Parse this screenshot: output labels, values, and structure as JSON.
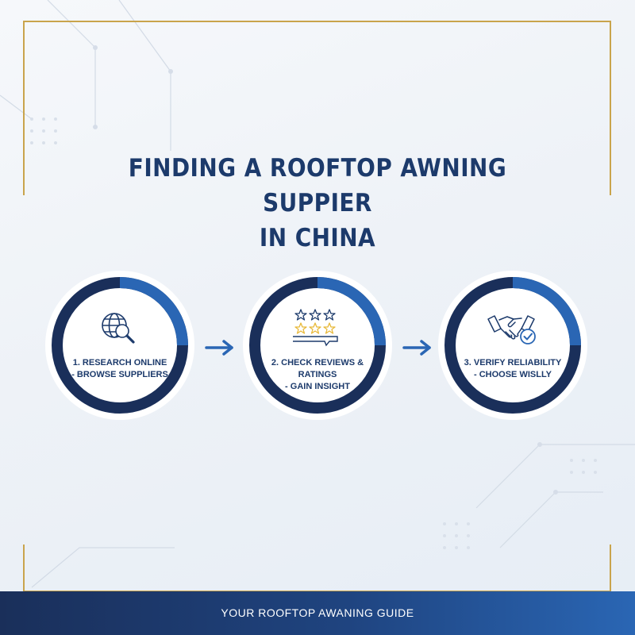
{
  "title": {
    "line1": "FINDING A ROOFTOP AWNING SUPPIER",
    "line2": "IN CHINA"
  },
  "steps": [
    {
      "line1": "1. RESEARCH ONLINE",
      "line2": "- BROWSE SUPPLIERS",
      "icon": "globe-magnifier-icon"
    },
    {
      "line1": "2. CHECK REVIEWS & RATINGS",
      "line2": "- GAIN INSIGHT",
      "icon": "star-rating-chat-icon"
    },
    {
      "line1": "3. VERIFY RELIABILITY",
      "line2": "- CHOOSE WISLLY",
      "icon": "handshake-check-icon"
    }
  ],
  "footer": {
    "text": "YOUR ROOFTOP AWANING GUIDE"
  },
  "colors": {
    "navy": "#1c3a6b",
    "blue_accent": "#2a66b4",
    "gold_frame": "#c9a44c",
    "star_gold": "#e8b93a"
  }
}
